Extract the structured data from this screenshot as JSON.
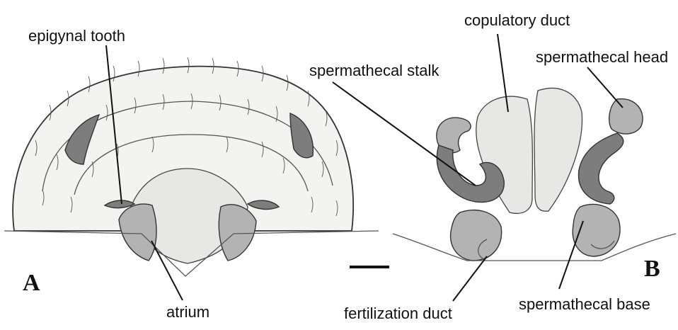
{
  "panels": {
    "a": "A",
    "b": "B"
  },
  "labels": {
    "epigynal_tooth": "epigynal tooth",
    "atrium": "atrium",
    "copulatory_duct": "copulatory duct",
    "spermathecal_stalk": "spermathecal stalk",
    "spermathecal_head": "spermathecal head",
    "fertilization_duct": "fertilization duct",
    "spermathecal_base": "spermathecal base"
  }
}
